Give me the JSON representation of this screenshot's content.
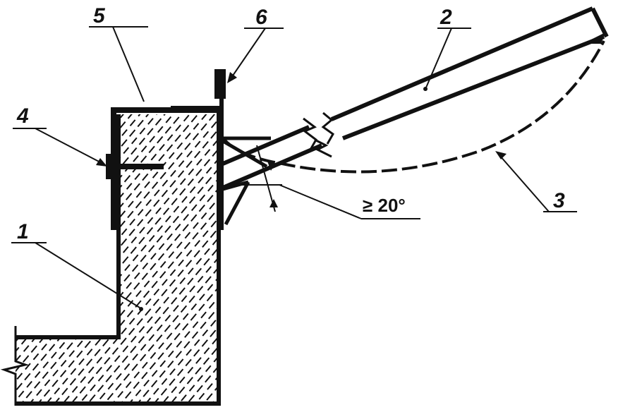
{
  "labels": {
    "l1": "1",
    "l2": "2",
    "l3": "3",
    "l4": "4",
    "l5": "5",
    "l6": "6",
    "angle": "≥ 20°"
  },
  "colors": {
    "ink": "#111111",
    "background": "#ffffff"
  }
}
